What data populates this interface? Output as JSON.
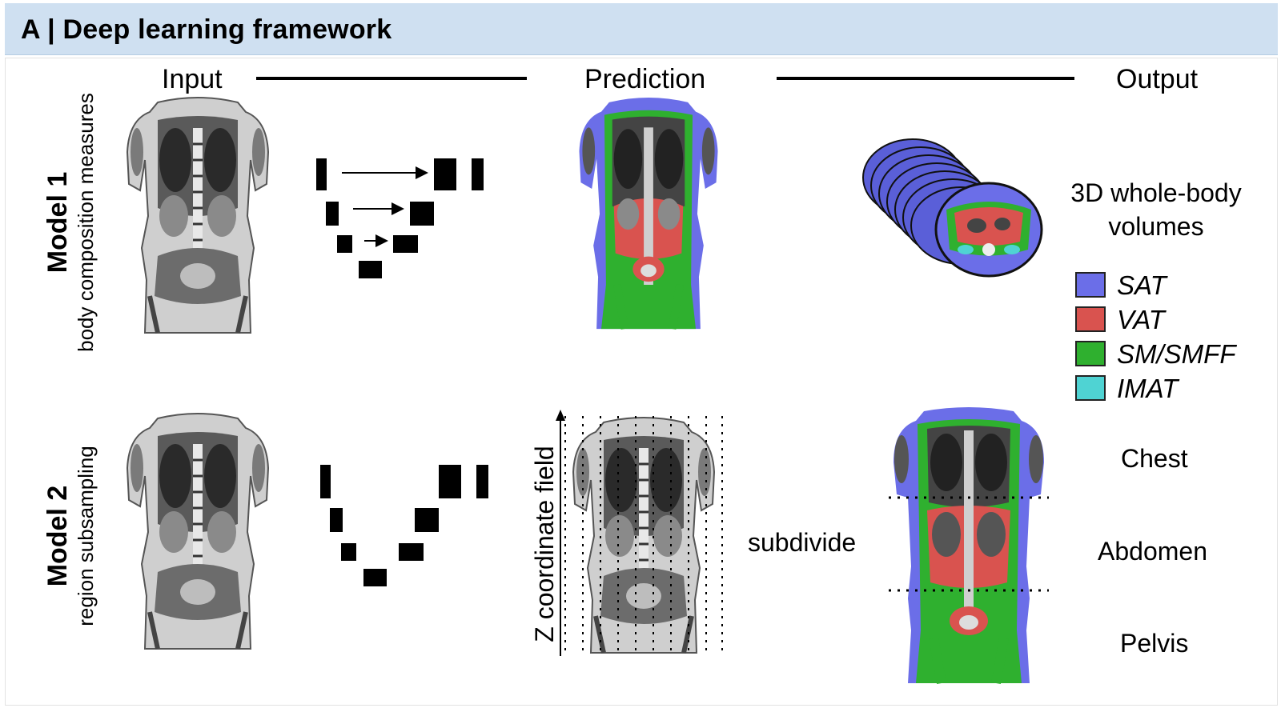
{
  "header": {
    "title": "A | Deep learning framework"
  },
  "columns": {
    "input": "Input",
    "prediction": "Prediction",
    "output": "Output"
  },
  "model1": {
    "title": "Model 1",
    "subtitle": "body composition measures"
  },
  "model2": {
    "title": "Model 2",
    "subtitle": "region subsampling"
  },
  "output1": {
    "label": "3D whole-body\nvolumes"
  },
  "legend": [
    {
      "name": "SAT",
      "color": "#6b6ee8"
    },
    {
      "name": "VAT",
      "color": "#d9534f"
    },
    {
      "name": "SM/SMFF",
      "color": "#2fb02f"
    },
    {
      "name": "IMAT",
      "color": "#4fd3d3"
    }
  ],
  "zaxis": {
    "label": "Z coordinate field"
  },
  "subdivide": {
    "label": "subdivide"
  },
  "regions": [
    "Chest",
    "Abdomen",
    "Pelvis"
  ],
  "colors": {
    "header": "#cfe0f1",
    "sat": "#6b6ee8",
    "vat": "#d9534f",
    "sm": "#2fb02f",
    "imat": "#4fd3d3"
  }
}
